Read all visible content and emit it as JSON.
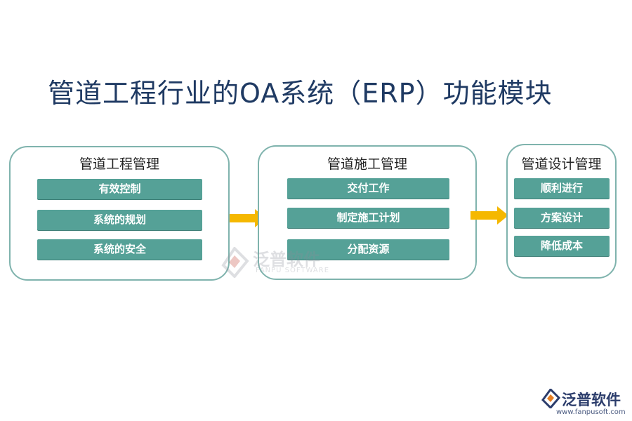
{
  "title": "管道工程行业的OA系统（ERP）功能模块",
  "colors": {
    "title": "#1f3a63",
    "panel_border": "#7fb3ad",
    "item_fill": "#55a197",
    "item_text": "#ffffff",
    "arrow": "#f5b800"
  },
  "panels": [
    {
      "title": "管道工程管理",
      "items": [
        "有效控制",
        "系统的规划",
        "系统的安全"
      ]
    },
    {
      "title": "管道施工管理",
      "items": [
        "交付工作",
        "制定施工计划",
        "分配资源"
      ]
    },
    {
      "title": "管道设计管理",
      "items": [
        "顺利进行",
        "方案设计",
        "降低成本"
      ]
    }
  ],
  "watermark": {
    "name": "泛普软件",
    "sub": "FANPU SOFTWARE"
  },
  "logo": {
    "name": "泛普软件",
    "url": "www.fanpusoft.com"
  }
}
